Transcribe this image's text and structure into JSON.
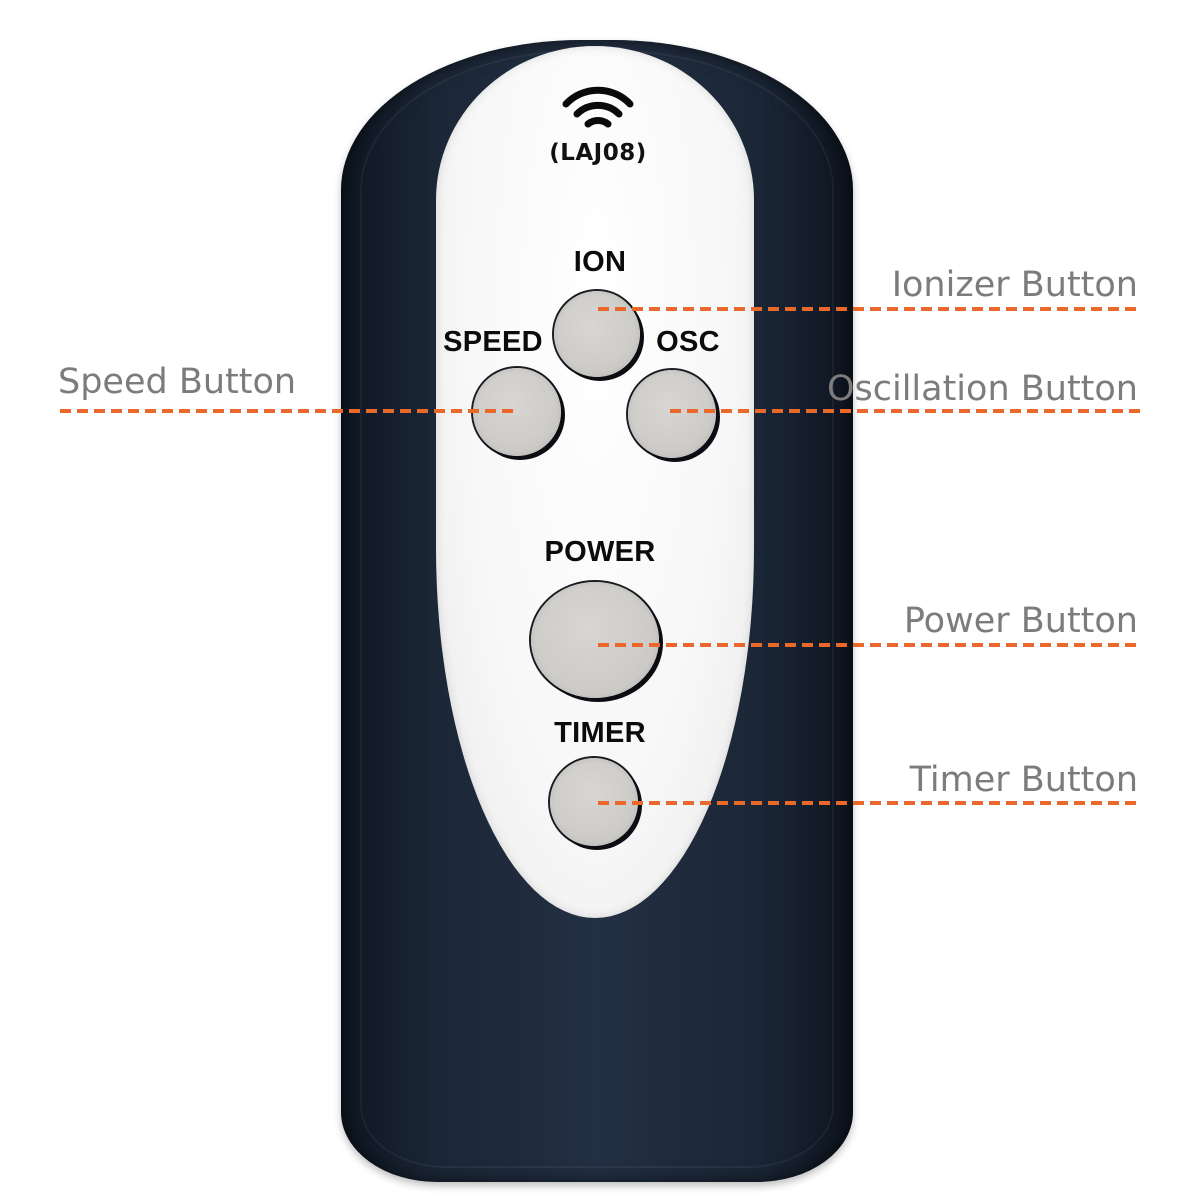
{
  "remote": {
    "model": "(LAJ08)",
    "icon": "wireless-signal-icon",
    "buttons": {
      "ion": "ION",
      "speed": "SPEED",
      "osc": "OSC",
      "power": "POWER",
      "timer": "TIMER"
    }
  },
  "callouts": {
    "ionizer": "Ionizer Button",
    "speed": "Speed Button",
    "oscillation": "Oscillation Button",
    "power": "Power Button",
    "timer": "Timer Button"
  },
  "colors": {
    "callout_line": "#e8692a",
    "callout_text": "#7c7c7c",
    "remote_body": "#1b2636",
    "faceplate": "#f7f7f7",
    "button": "#cfcdca"
  }
}
